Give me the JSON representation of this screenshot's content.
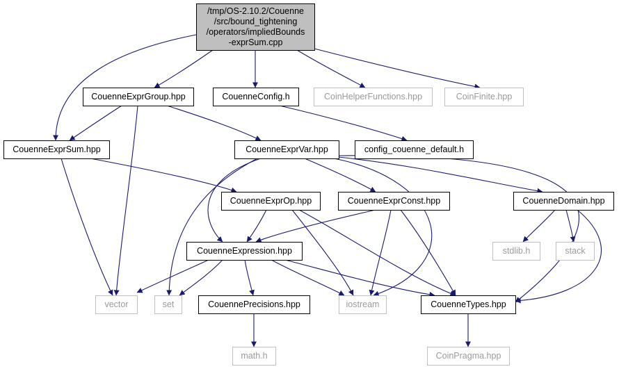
{
  "colors": {
    "edge": "#191970",
    "main_fill": "#bfbfbf",
    "internal_stroke": "#000000",
    "external_stroke": "#bfbfbf",
    "external_text": "#9a9a9a"
  },
  "nodes": [
    {
      "id": "main",
      "kind": "main",
      "lines": [
        "/tmp/OS-2.10.2/Couenne",
        "/src/bound_tightening",
        "/operators/impliedBounds",
        "-exprSum.cpp"
      ]
    },
    {
      "id": "exprgroup",
      "kind": "internal",
      "lines": [
        "CouenneExprGroup.hpp"
      ]
    },
    {
      "id": "config",
      "kind": "internal",
      "lines": [
        "CouenneConfig.h"
      ]
    },
    {
      "id": "coinhelper",
      "kind": "external",
      "lines": [
        "CoinHelperFunctions.hpp"
      ]
    },
    {
      "id": "coinfinite",
      "kind": "external",
      "lines": [
        "CoinFinite.hpp"
      ]
    },
    {
      "id": "exprsum",
      "kind": "internal",
      "lines": [
        "CouenneExprSum.hpp"
      ]
    },
    {
      "id": "exprvar",
      "kind": "internal",
      "lines": [
        "CouenneExprVar.hpp"
      ]
    },
    {
      "id": "configdefault",
      "kind": "internal",
      "lines": [
        "config_couenne_default.h"
      ]
    },
    {
      "id": "exprop",
      "kind": "internal",
      "lines": [
        "CouenneExprOp.hpp"
      ]
    },
    {
      "id": "exprconst",
      "kind": "internal",
      "lines": [
        "CouenneExprConst.hpp"
      ]
    },
    {
      "id": "domain",
      "kind": "internal",
      "lines": [
        "CouenneDomain.hpp"
      ]
    },
    {
      "id": "stdlib",
      "kind": "external",
      "lines": [
        "stdlib.h"
      ]
    },
    {
      "id": "stack",
      "kind": "external",
      "lines": [
        "stack"
      ]
    },
    {
      "id": "expression",
      "kind": "internal",
      "lines": [
        "CouenneExpression.hpp"
      ]
    },
    {
      "id": "vector",
      "kind": "external",
      "lines": [
        "vector"
      ]
    },
    {
      "id": "set",
      "kind": "external",
      "lines": [
        "set"
      ]
    },
    {
      "id": "precisions",
      "kind": "internal",
      "lines": [
        "CouennePrecisions.hpp"
      ]
    },
    {
      "id": "iostream",
      "kind": "external",
      "lines": [
        "iostream"
      ]
    },
    {
      "id": "types",
      "kind": "internal",
      "lines": [
        "CouenneTypes.hpp"
      ]
    },
    {
      "id": "math",
      "kind": "external",
      "lines": [
        "math.h"
      ]
    },
    {
      "id": "coinpragma",
      "kind": "external",
      "lines": [
        "CoinPragma.hpp"
      ]
    }
  ],
  "edges": [
    [
      "main",
      "exprgroup"
    ],
    [
      "main",
      "config"
    ],
    [
      "main",
      "coinhelper"
    ],
    [
      "main",
      "coinfinite"
    ],
    [
      "main",
      "exprsum"
    ],
    [
      "exprgroup",
      "exprsum"
    ],
    [
      "exprgroup",
      "exprvar"
    ],
    [
      "exprgroup",
      "vector"
    ],
    [
      "config",
      "configdefault"
    ],
    [
      "exprsum",
      "exprop"
    ],
    [
      "exprsum",
      "vector"
    ],
    [
      "exprvar",
      "expression"
    ],
    [
      "exprvar",
      "set"
    ],
    [
      "exprvar",
      "exprconst"
    ],
    [
      "exprvar",
      "domain"
    ],
    [
      "exprvar",
      "iostream"
    ],
    [
      "exprvar",
      "types"
    ],
    [
      "exprop",
      "expression"
    ],
    [
      "exprop",
      "iostream"
    ],
    [
      "exprop",
      "types"
    ],
    [
      "exprconst",
      "expression"
    ],
    [
      "exprconst",
      "iostream"
    ],
    [
      "exprconst",
      "types"
    ],
    [
      "domain",
      "stdlib"
    ],
    [
      "domain",
      "stack"
    ],
    [
      "domain",
      "types"
    ],
    [
      "expression",
      "vector"
    ],
    [
      "expression",
      "set"
    ],
    [
      "expression",
      "precisions"
    ],
    [
      "expression",
      "iostream"
    ],
    [
      "expression",
      "types"
    ],
    [
      "precisions",
      "math"
    ],
    [
      "types",
      "coinpragma"
    ]
  ]
}
